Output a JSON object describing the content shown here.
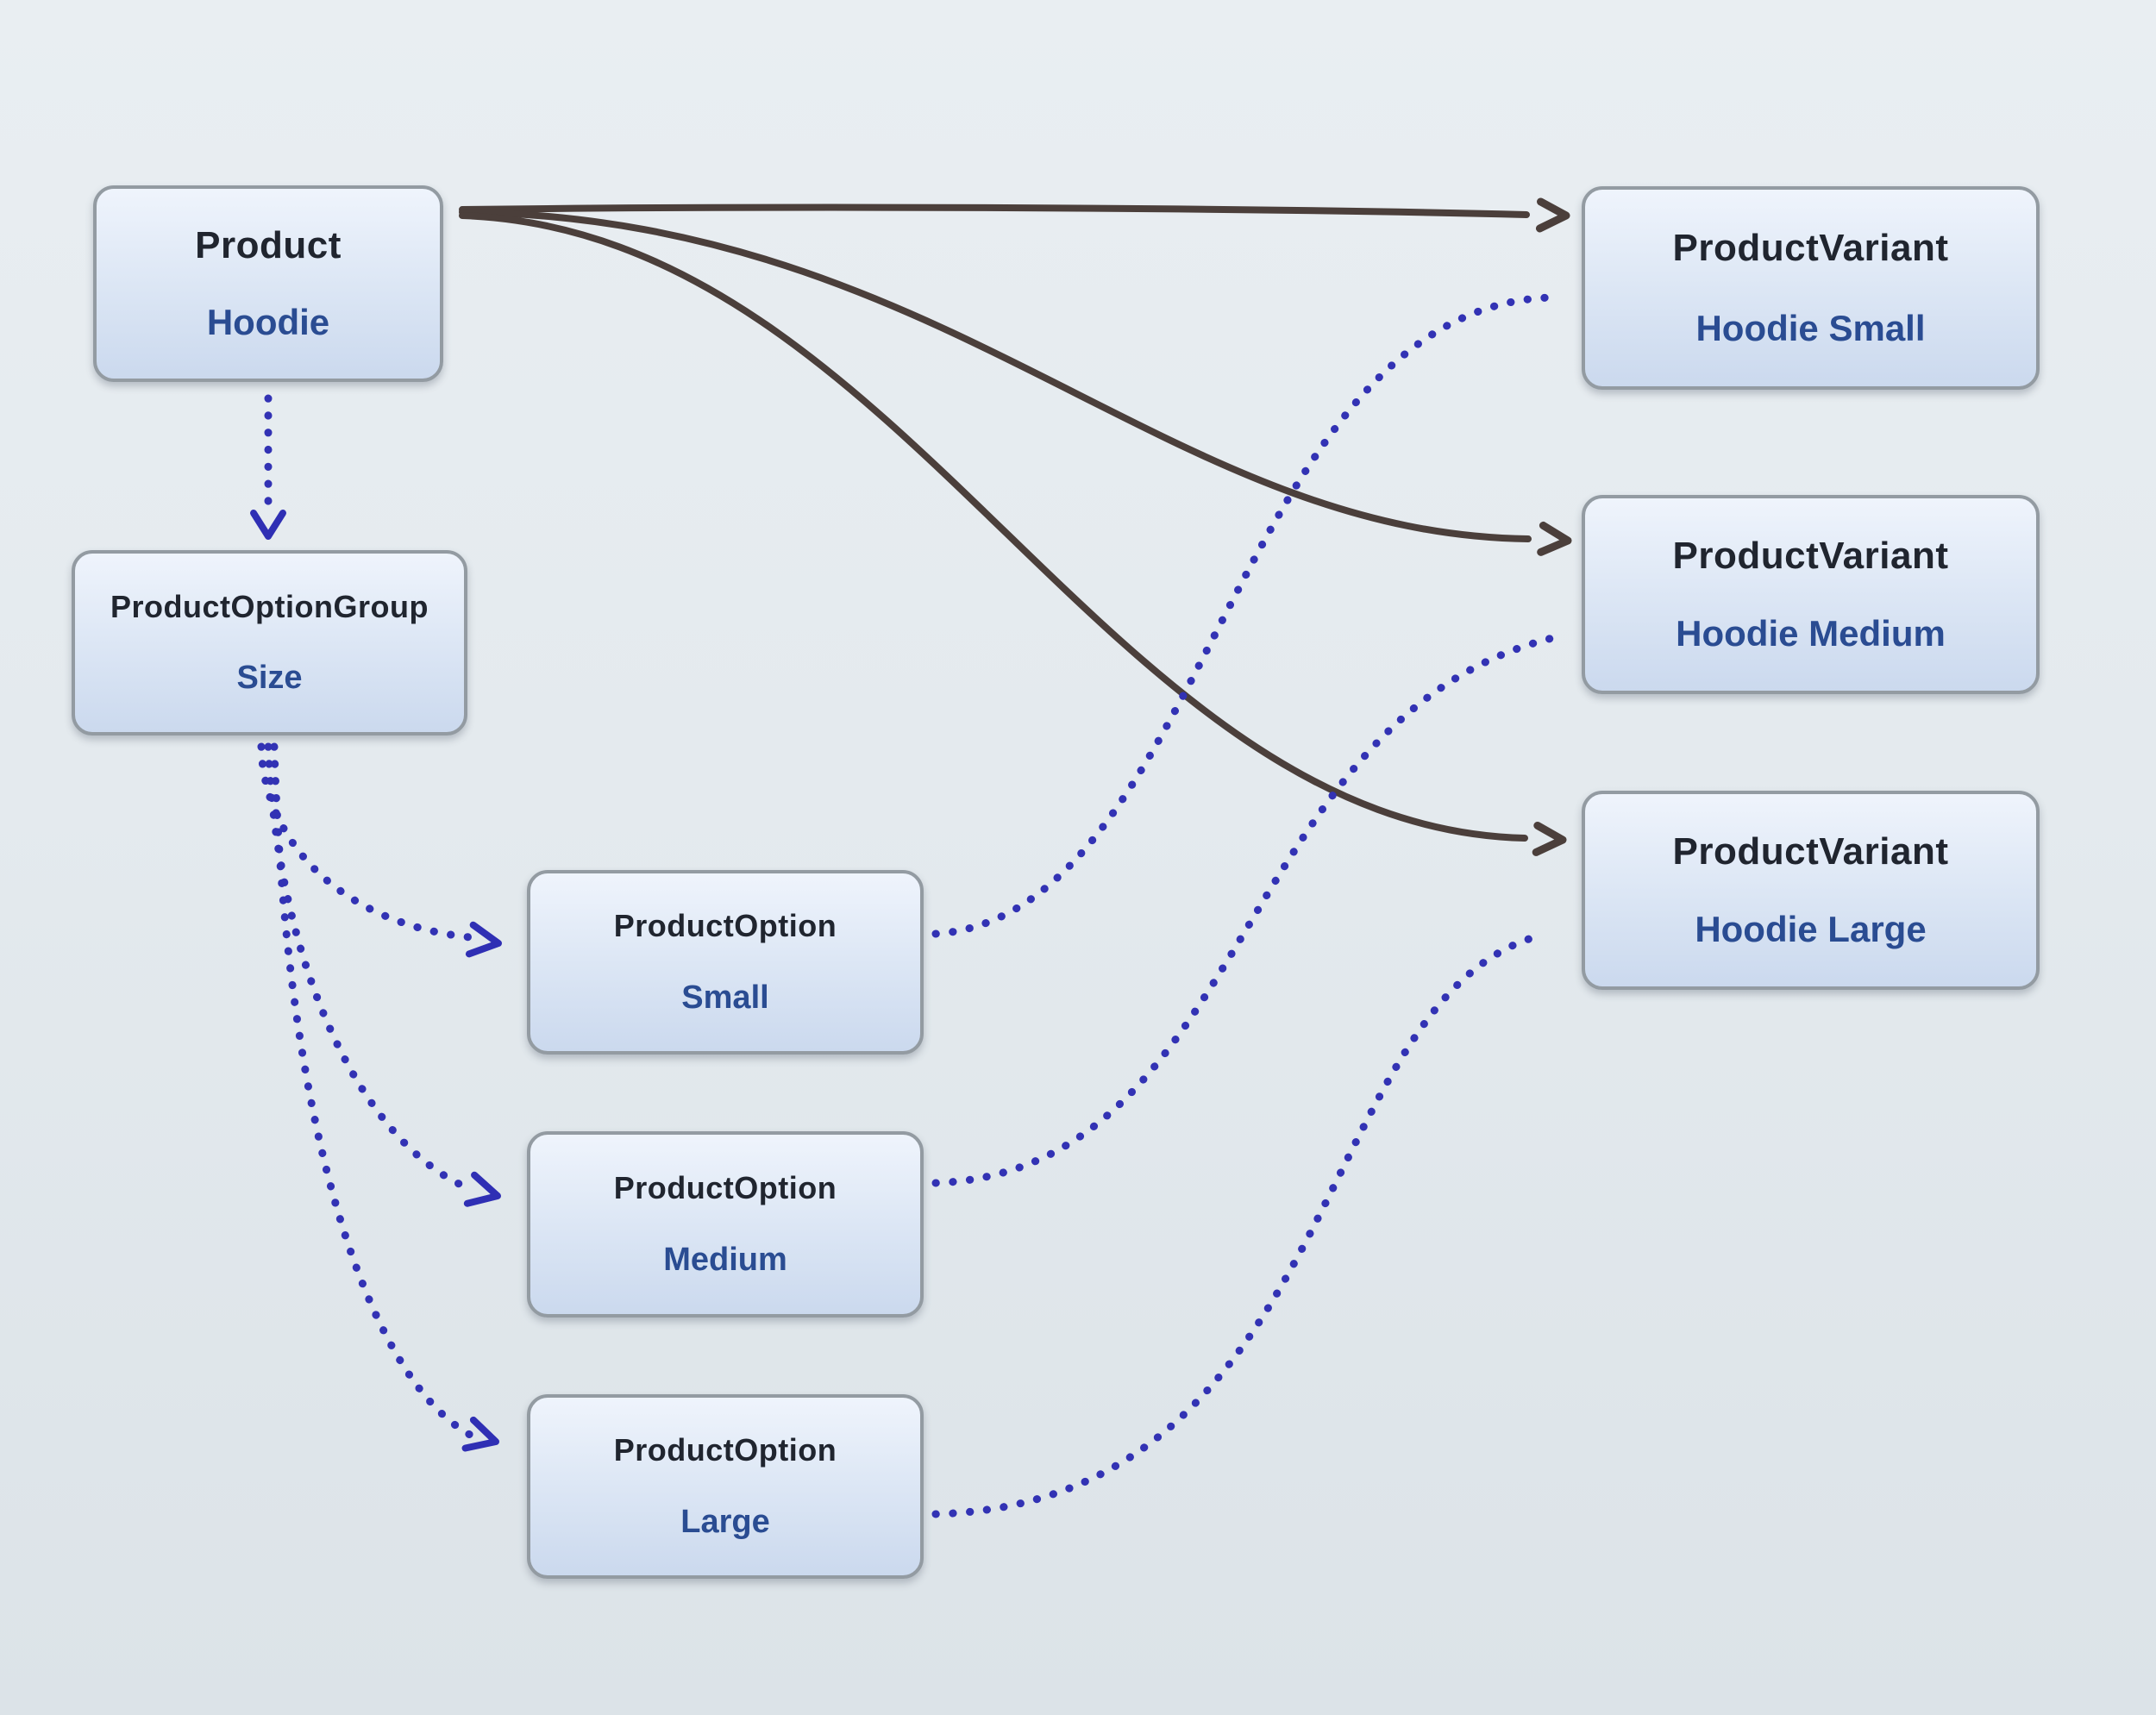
{
  "diagram": {
    "description": "Product catalog entity relationship diagram",
    "colors": {
      "background_top": "#e9eef2",
      "background_bottom": "#dce3e8",
      "box_border": "#939ba2",
      "box_fill_top": "#eff4fc",
      "box_fill_bottom": "#cbd9ee",
      "entity_type_text": "#20252f",
      "entity_label_text": "#2a4c92",
      "solid_arrow": "#4b3f3b",
      "dotted_arrow": "#3232b4"
    },
    "nodes": [
      {
        "id": "product",
        "type": "Product",
        "label": "Hoodie"
      },
      {
        "id": "option-group",
        "type": "ProductOptionGroup",
        "label": "Size"
      },
      {
        "id": "option-small",
        "type": "ProductOption",
        "label": "Small"
      },
      {
        "id": "option-medium",
        "type": "ProductOption",
        "label": "Medium"
      },
      {
        "id": "option-large",
        "type": "ProductOption",
        "label": "Large"
      },
      {
        "id": "variant-small",
        "type": "ProductVariant",
        "label": "Hoodie Small"
      },
      {
        "id": "variant-medium",
        "type": "ProductVariant",
        "label": "Hoodie Medium"
      },
      {
        "id": "variant-large",
        "type": "ProductVariant",
        "label": "Hoodie Large"
      }
    ],
    "edges": [
      {
        "from": "product",
        "to": "variant-small",
        "style": "solid",
        "arrowhead": true
      },
      {
        "from": "product",
        "to": "variant-medium",
        "style": "solid",
        "arrowhead": true
      },
      {
        "from": "product",
        "to": "variant-large",
        "style": "solid",
        "arrowhead": true
      },
      {
        "from": "product",
        "to": "option-group",
        "style": "dotted",
        "arrowhead": true
      },
      {
        "from": "option-group",
        "to": "option-small",
        "style": "dotted",
        "arrowhead": true
      },
      {
        "from": "option-group",
        "to": "option-medium",
        "style": "dotted",
        "arrowhead": true
      },
      {
        "from": "option-group",
        "to": "option-large",
        "style": "dotted",
        "arrowhead": true
      },
      {
        "from": "option-small",
        "to": "variant-small",
        "style": "dotted",
        "arrowhead": false
      },
      {
        "from": "option-medium",
        "to": "variant-medium",
        "style": "dotted",
        "arrowhead": false
      },
      {
        "from": "option-large",
        "to": "variant-large",
        "style": "dotted",
        "arrowhead": false
      }
    ]
  }
}
